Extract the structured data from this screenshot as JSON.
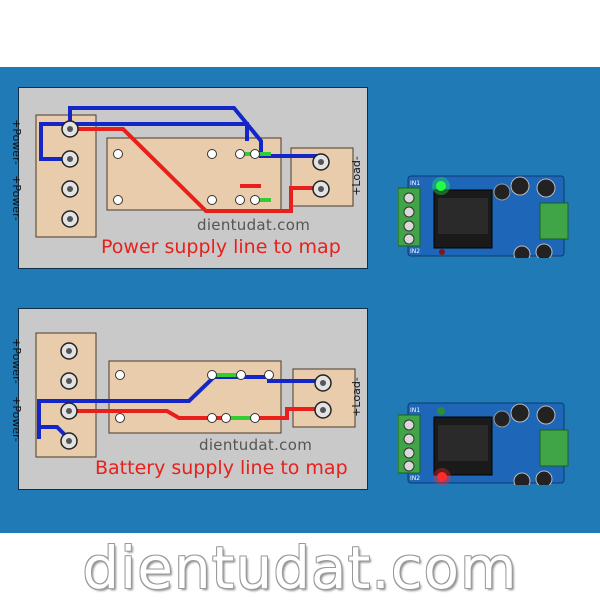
{
  "diagram_top": {
    "label_left_top": "+Power-",
    "label_left_bottom": "+Power-",
    "label_right": "+Load-",
    "watermark": "dientudat.com",
    "caption": "Power supply line to map"
  },
  "diagram_bottom": {
    "label_left_top": "+Power-",
    "label_left_bottom": "+Power-",
    "label_right": "+Load-",
    "watermark": "dientudat.com",
    "caption": "Battery supply line to map"
  },
  "module_top": {
    "label_in1": "IN1",
    "label_in2": "IN2",
    "active_led": "green"
  },
  "module_bottom": {
    "label_in1": "IN1",
    "label_in2": "IN2",
    "active_led": "red"
  },
  "footer_watermark": "dientudat.com",
  "colors": {
    "background_panel": "#1f7ab6",
    "diagram_bg": "#c9c9c9",
    "terminal_block": "#e9ccac",
    "wire_positive": "#e8201c",
    "wire_negative": "#1426c8",
    "relay_link": "#33cc33",
    "caption_text": "#e8201c",
    "pcb": "#1d66b8"
  }
}
